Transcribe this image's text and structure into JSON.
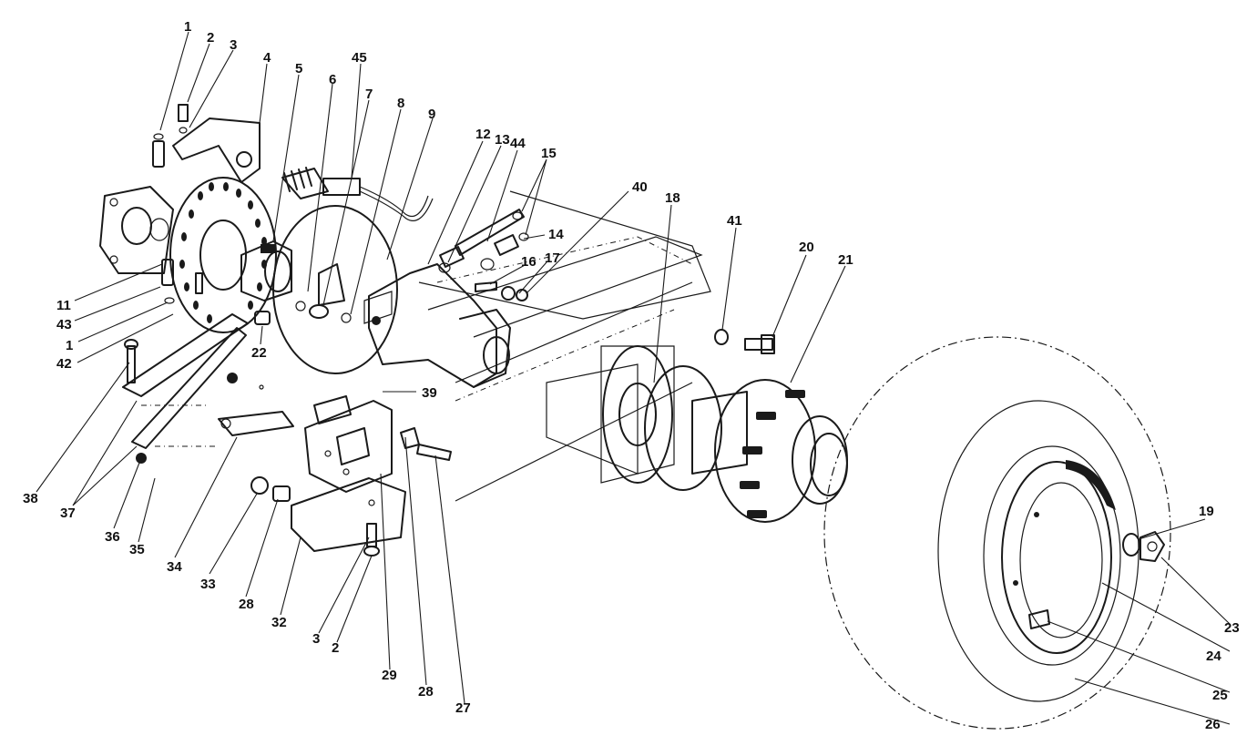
{
  "callouts": {
    "c1a": "1",
    "c2a": "2",
    "c3a": "3",
    "c4": "4",
    "c5": "5",
    "c6": "6",
    "c45": "45",
    "c7": "7",
    "c8": "8",
    "c9": "9",
    "c12": "12",
    "c13": "13",
    "c44": "44",
    "c15": "15",
    "c40": "40",
    "c18": "18",
    "c41": "41",
    "c20": "20",
    "c21": "21",
    "c14": "14",
    "c16": "16",
    "c17": "17",
    "c11": "11",
    "c43": "43",
    "c1b": "1",
    "c42": "42",
    "c22": "22",
    "c39": "39",
    "c38": "38",
    "c37": "37",
    "c36": "36",
    "c35": "35",
    "c34": "34",
    "c33": "33",
    "c28a": "28",
    "c32": "32",
    "c3b": "3",
    "c2b": "2",
    "c29": "29",
    "c28b": "28",
    "c27": "27",
    "c19": "19",
    "c23": "23",
    "c24": "24",
    "c25": "25",
    "c26": "26"
  }
}
